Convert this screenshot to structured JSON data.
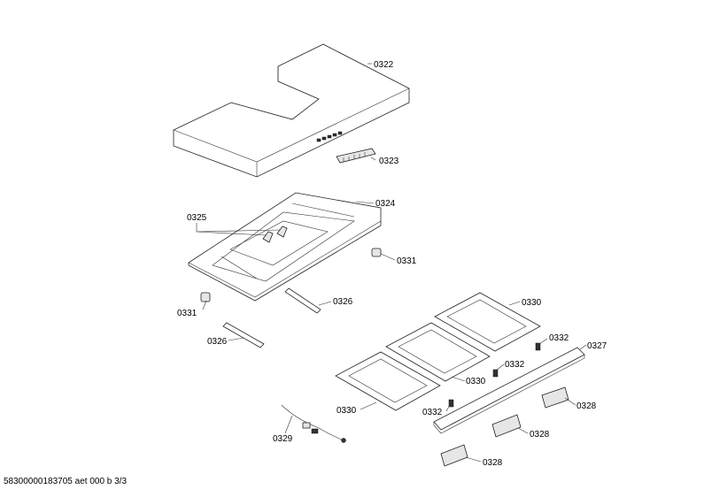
{
  "labels": {
    "p0322": "0322",
    "p0323": "0323",
    "p0324": "0324",
    "p0325": "0325",
    "p0331a": "0331",
    "p0331b": "0331",
    "p0326a": "0326",
    "p0326b": "0326",
    "p0330a": "0330",
    "p0330b": "0330",
    "p0330c": "0330",
    "p0332a": "0332",
    "p0332b": "0332",
    "p0332c": "0332",
    "p0327": "0327",
    "p0328a": "0328",
    "p0328b": "0328",
    "p0328c": "0328",
    "p0329": "0329"
  },
  "footer": "58300000183705 aet 000 b 3/3"
}
